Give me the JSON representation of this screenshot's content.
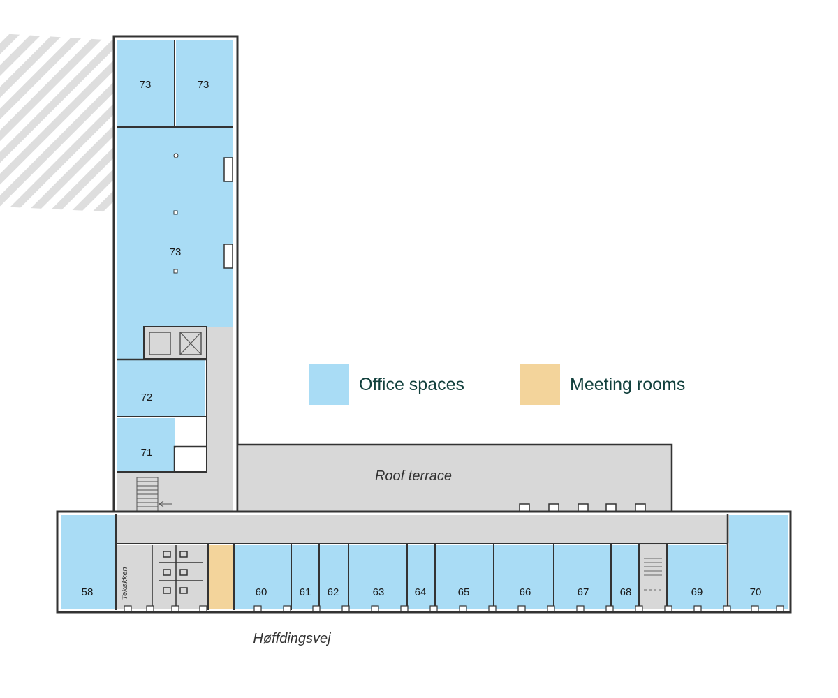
{
  "colors": {
    "office": "#a9dcf5",
    "meeting": "#f3d49b",
    "corridor": "#d8d8d8",
    "wall": "#333333",
    "hatch": "#dedede"
  },
  "legend": {
    "office_label": "Office spaces",
    "meeting_label": "Meeting rooms"
  },
  "labels": {
    "roof_terrace": "Roof terrace",
    "street": "Høffdingsvej",
    "kitchen": "Tekøkken"
  },
  "rooms": {
    "r73a": "73",
    "r73b": "73",
    "r73c": "73",
    "r72": "72",
    "r71": "71",
    "r58": "58",
    "r60": "60",
    "r61": "61",
    "r62": "62",
    "r63": "63",
    "r64": "64",
    "r65": "65",
    "r66": "66",
    "r67": "67",
    "r68": "68",
    "r69": "69",
    "r70": "70"
  }
}
